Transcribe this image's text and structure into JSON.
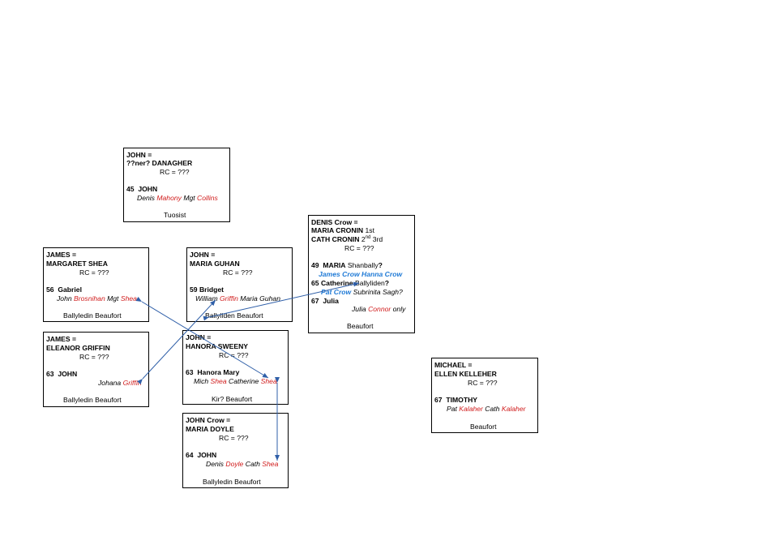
{
  "accent": {
    "red": "#d01c1c",
    "blue": "#1f7ad6",
    "arrow": "#2f5fa8"
  },
  "cards": {
    "danagher": {
      "title1": "JOHN =",
      "title2": "??ner? DANAGHER",
      "rc": "RC = ???",
      "child_num": "45",
      "child_name": "JOHN",
      "sp1": "Denis ",
      "sp2": "Mahony",
      "sp3": " Mgt ",
      "sp4": "Collins",
      "place": "Tuosist"
    },
    "shea": {
      "title1": "JAMES  =",
      "title2": "MARGARET SHEA",
      "rc": "RC = ???",
      "child_num": "56",
      "child_name": "Gabriel",
      "sp1": "John ",
      "sp2": "Brosnihan",
      "sp3": " Mgt ",
      "sp4": "Shea",
      "place": "Ballyledin  Beaufort"
    },
    "guhan": {
      "title1": "JOHN  =",
      "title2": "MARIA GUHAN",
      "rc": "RC = ???",
      "child_num": "59",
      "child_name": "Bridget",
      "sp1": "William ",
      "sp2": "Griffin",
      "sp3": " Maria Guhan",
      "place": "Ballyliden  Beaufort"
    },
    "cronin": {
      "title1": "DENIS Crow =",
      "title2a": "MARIA CRONIN",
      "title2b": " 1st",
      "title3a": "CATH CRONIN",
      "title3b": " 2",
      "title3sup": "nd",
      "title3c": " 3rd",
      "rc": "RC = ???",
      "c1_num": "49",
      "c1_name": "MARIA",
      "c1_place": " Shanbally",
      "c1_q": "?",
      "c1_sp": "James Crow Hanna Crow",
      "c2_num": "65",
      "c2_name": "Catherine",
      "c2_place": " Ballyliden",
      "c2_q": "?",
      "c2_sp1": "Pat Crow",
      "c2_sp2": " Subrinita Sagh?",
      "c3_num": "67",
      "c3_name": "Julia",
      "c3_sp1": "Julia ",
      "c3_sp2": "Connor",
      "c3_sp3": " only",
      "place": "Beaufort"
    },
    "griffin": {
      "title1": "JAMES  =",
      "title2": "ELEANOR GRIFFIN",
      "rc": "RC = ???",
      "child_num": "63",
      "child_name": "JOHN",
      "sp1": "Johana ",
      "sp2": "Griffin",
      "place": "Ballyledin  Beaufort"
    },
    "sweeny": {
      "title1": "JOHN  =",
      "title2": "HANORA SWEENY",
      "rc": "RC = ???",
      "child_num": "63",
      "child_name": "Hanora Mary",
      "sp1": "Mich ",
      "sp2": "Shea",
      "sp3": " Catherine ",
      "sp4": "Shea",
      "place": "Kir?  Beaufort"
    },
    "kelleher": {
      "title1": "MICHAEL  =",
      "title2": "ELLEN KELLEHER",
      "rc": "RC = ???",
      "child_num": "67",
      "child_name": "TIMOTHY",
      "sp1": "Pat ",
      "sp2": "Kalaher",
      "sp3": " Cath ",
      "sp4": "Kalaher",
      "place": "Beaufort"
    },
    "doyle": {
      "title1": "JOHN Crow =",
      "title2": "MARIA DOYLE",
      "rc": "RC = ???",
      "child_num": "64",
      "child_name": "JOHN",
      "sp1": "Denis ",
      "sp2": "Doyle",
      "sp3": " Cath ",
      "sp4": "Shea",
      "place": "Ballyledin  Beaufort"
    }
  }
}
